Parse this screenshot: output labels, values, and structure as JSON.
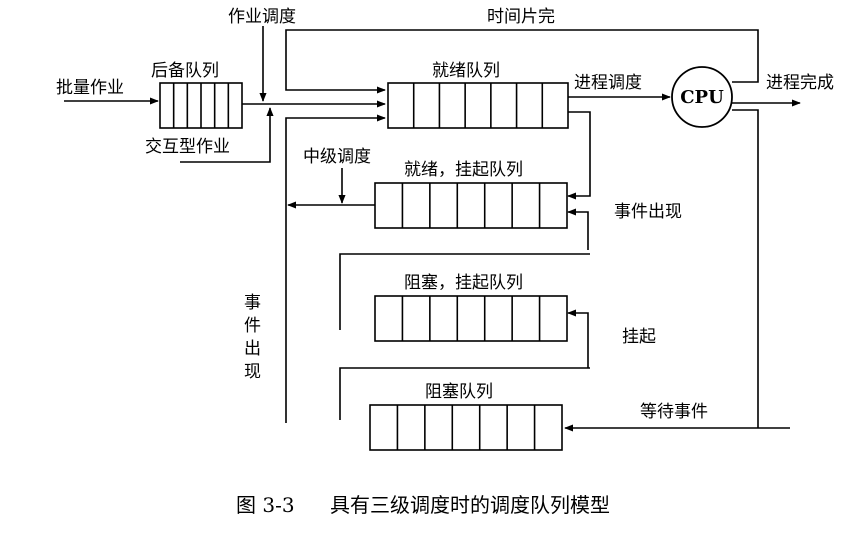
{
  "labels": {
    "job_scheduling": "作业调度",
    "time_slice_done": "时间片完",
    "backup_queue": "后备队列",
    "ready_queue": "就绪队列",
    "batch_jobs": "批量作业",
    "interactive_jobs": "交互型作业",
    "process_scheduling": "进程调度",
    "cpu": "CPU",
    "process_done": "进程完成",
    "mid_scheduling": "中级调度",
    "ready_suspended_queue": "就绪，挂起队列",
    "event_occurs_right": "事件出现",
    "blocked_suspended_queue": "阻塞，挂起队列",
    "suspend": "挂起",
    "blocked_queue": "阻塞队列",
    "wait_event": "等待事件",
    "event_occurs_left": [
      "事",
      "件",
      "出",
      "现"
    ]
  },
  "caption": {
    "figure_number": "图  3-3",
    "title": "具有三级调度时的调度队列模型"
  }
}
